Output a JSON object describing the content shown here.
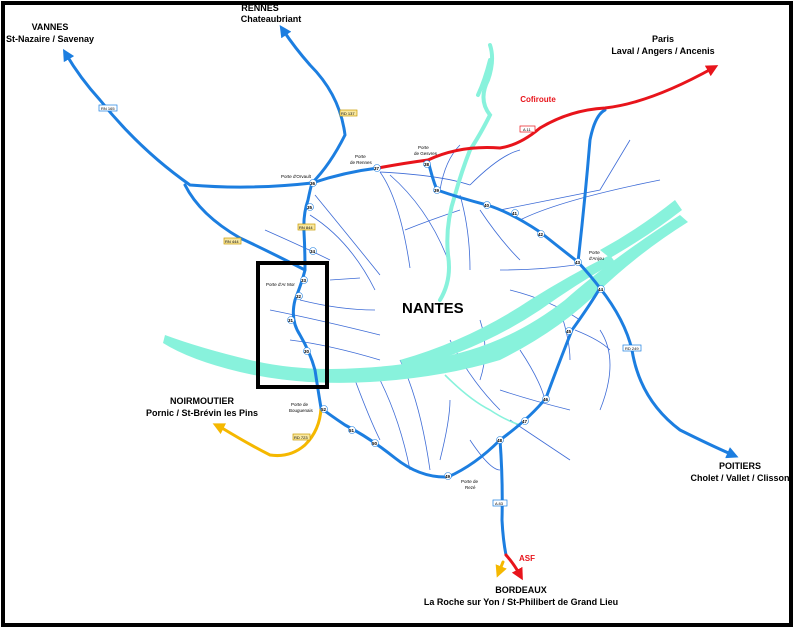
{
  "map": {
    "city_name": "NANTES",
    "colors": {
      "ring": "#1c7ee0",
      "toll": "#e8141b",
      "regional": "#f5b800",
      "river": "#88f2dc",
      "streets": "#3d6bd6",
      "frame": "#000000"
    },
    "destinations": {
      "vannes_title": "VANNES",
      "vannes_sub": "St-Nazaire / Savenay",
      "rennes_title": "RENNES",
      "rennes_sub": "Chateaubriant",
      "paris_title": "Paris",
      "paris_sub": "Laval / Angers / Ancenis",
      "cofiroute": "Cofiroute",
      "noirmoutier_title": "NOIRMOUTIER",
      "noirmoutier_sub": "Pornic / St-Brévin les Pins",
      "poitiers_title": "POITIERS",
      "poitiers_sub": "Cholet / Vallet / Clisson",
      "asf": "ASF",
      "bordeaux_title": "BORDEAUX",
      "bordeaux_sub": "La Roche sur Yon / St-Philibert de Grand Lieu"
    },
    "road_badges": {
      "rn165": "RN 165",
      "rd137": "RD 137",
      "rn444": "RN 444",
      "rn844": "RN 844",
      "a11": "A 11",
      "rd723": "RD 723",
      "rd249": "RD 249",
      "a83": "A 83"
    },
    "portes": {
      "rennes_a": "Porte",
      "rennes_b": "de Rennes",
      "sautron": "Porte d'Orvault",
      "gesvres_a": "Porte",
      "gesvres_b": "de Gesvres",
      "chezine": "Porte d'Ar Mor",
      "anjou_a": "Porte",
      "anjou_b": "d'Anjou",
      "bouguenais_a": "Porte de",
      "bouguenais_b": "Bouguenais",
      "reze_a": "Porte de",
      "reze_b": "Rezé"
    },
    "exits": {
      "e37": "37",
      "e38": "38",
      "e39": "39",
      "e40": "40",
      "e41": "41",
      "e42": "42",
      "e43": "43",
      "e44": "44",
      "e45": "45",
      "e46": "46",
      "e47": "47",
      "e48": "48",
      "e49": "49",
      "e50": "50",
      "e51": "51",
      "e52": "52",
      "w36": "36",
      "w35": "35",
      "w34": "34",
      "w33": "33",
      "w32": "32",
      "w31": "31",
      "w30": "30"
    }
  }
}
